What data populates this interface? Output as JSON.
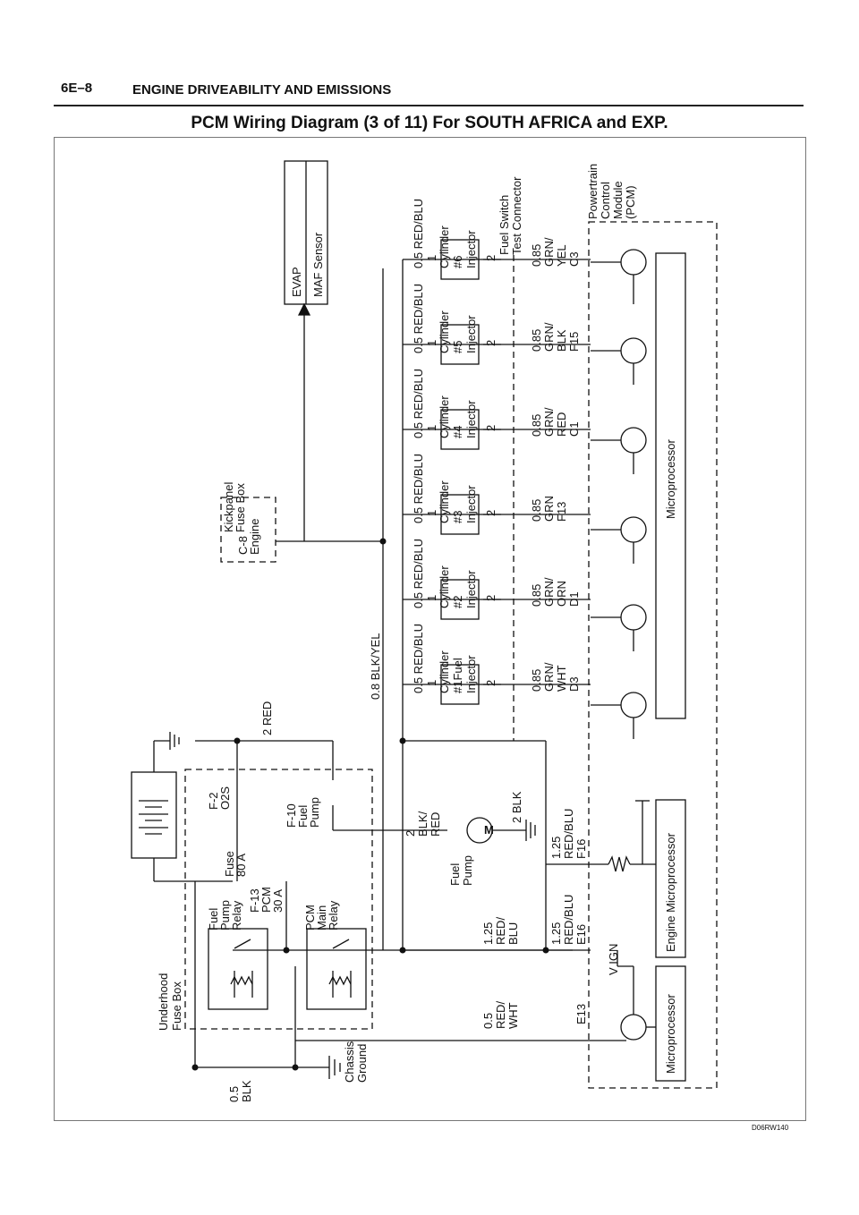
{
  "header": {
    "page_number": "6E–8",
    "section_title": "ENGINE DRIVEABILITY AND EMISSIONS",
    "diagram_title": "PCM Wiring Diagram (3 of 11) For SOUTH AFRICA and EXP."
  },
  "diagram_code": "D06RW140",
  "diagram": {
    "underhood_fuse_box": [
      "Underhood",
      "Fuse Box"
    ],
    "kickpanel_fuse_box": [
      "Kickpanel",
      "Fuse Box"
    ],
    "fuse_c8": [
      "C-8",
      "Engine"
    ],
    "fuse_80a": [
      "Fuse",
      "80 A"
    ],
    "fuse_f2": [
      "F-2",
      "O2S"
    ],
    "fuse_f10": [
      "F-10",
      "Fuel",
      "Pump"
    ],
    "fuse_f13": [
      "F-13",
      "PCM",
      "30 A"
    ],
    "fuel_pump_relay": [
      "Fuel",
      "Pump",
      "Relay"
    ],
    "pcm_main_relay": [
      "PCM",
      "Main",
      "Relay"
    ],
    "chassis_ground": [
      "Chassis",
      "Ground"
    ],
    "wire_05_blk": [
      "0.5",
      "BLK"
    ],
    "wire_2_red": "2 RED",
    "wire_08_blkyel": "0.8 BLK/YEL",
    "fuel_pump": [
      "Fuel",
      "Pump"
    ],
    "fuel_pump_motor": "M",
    "wire_2_blkred": [
      "2",
      "BLK/",
      "RED"
    ],
    "wire_2_blk": "2 BLK",
    "wire_05_redwht": [
      "0.5",
      "RED/",
      "WHT"
    ],
    "wire_125_redblu_a": [
      "1.25",
      "RED/",
      "BLU"
    ],
    "wire_125_redblu_e16": [
      "1.25",
      "RED/BLU",
      "E16"
    ],
    "wire_125_redblu_f16": [
      "1.25",
      "RED/BLU",
      "F16"
    ],
    "pin_e13": "E13",
    "v_ign": "V IGN",
    "microprocessor": "Microprocessor",
    "engine_microprocessor": "Engine Microprocessor",
    "main_microprocessor": "Microprocessor",
    "evap": "EVAP",
    "maf_sensor": "MAF Sensor",
    "fuel_switch_connector": [
      "Fuel Switch",
      "Test Connector"
    ],
    "pcm_label": [
      "Powertrain",
      "Control",
      "Module",
      "(PCM)"
    ],
    "injectors": [
      {
        "wire_in": "0.5 RED/BLU",
        "pin1": "1",
        "pin2": "2",
        "name": [
          "Cylinder",
          "#1Fuel",
          "Injector"
        ],
        "wire_out": [
          "0.85",
          "GRN/",
          "WHT",
          "D3"
        ]
      },
      {
        "wire_in": "0.5 RED/BLU",
        "pin1": "1",
        "pin2": "2",
        "name": [
          "Cylinder",
          "#2",
          "Injector"
        ],
        "wire_out": [
          "0.85",
          "GRN/",
          "ORN",
          "D1"
        ]
      },
      {
        "wire_in": "0.5 RED/BLU",
        "pin1": "1",
        "pin2": "2",
        "name": [
          "Cylinder",
          "#3",
          "Injector"
        ],
        "wire_out": [
          "0.85",
          "GRN",
          "F13"
        ]
      },
      {
        "wire_in": "0.5 RED/BLU",
        "pin1": "1",
        "pin2": "2",
        "name": [
          "Cylinder",
          "#4",
          "Injector"
        ],
        "wire_out": [
          "0.85",
          "GRN/",
          "RED",
          "C1"
        ]
      },
      {
        "wire_in": "0.5 RED/BLU",
        "pin1": "1",
        "pin2": "2",
        "name": [
          "Cylinder",
          "#5",
          "Injector"
        ],
        "wire_out": [
          "0.85",
          "GRN/",
          "BLK",
          "F15"
        ]
      },
      {
        "wire_in": "0.5 RED/BLU",
        "pin1": "1",
        "pin2": "2",
        "name": [
          "Cylinder",
          "#6",
          "Injector"
        ],
        "wire_out": [
          "0.85",
          "GRN/",
          "YEL",
          "C3"
        ]
      }
    ]
  }
}
